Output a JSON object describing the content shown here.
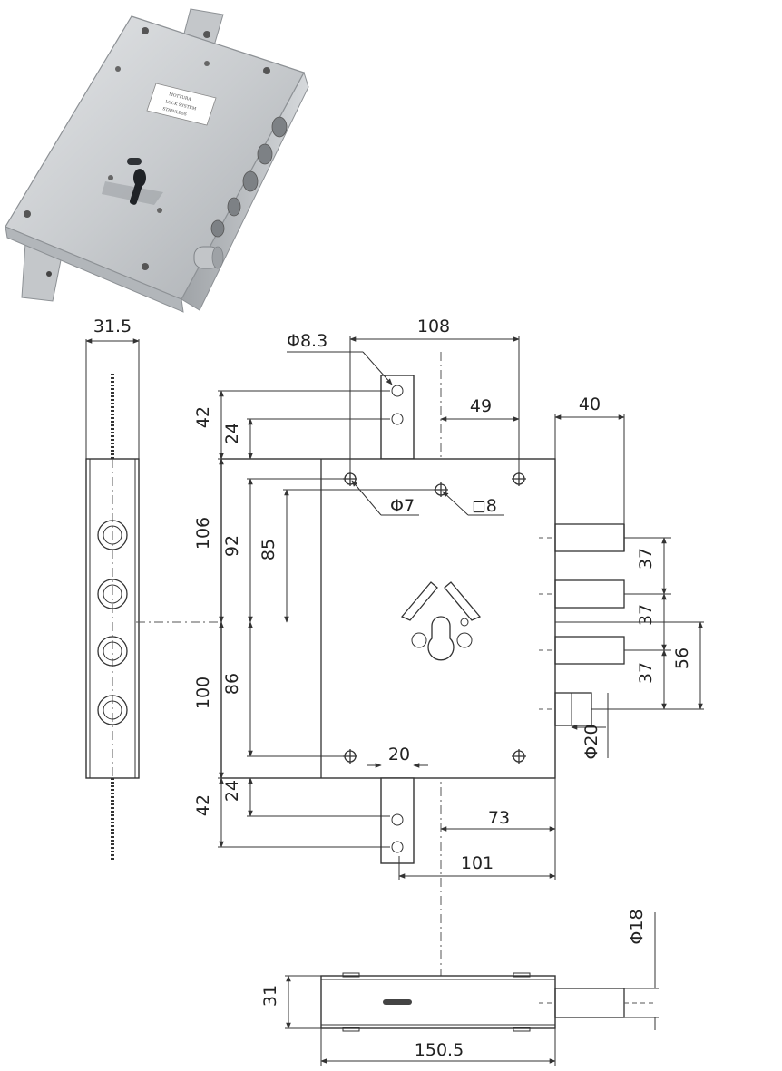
{
  "photo": {
    "label_lines": [
      "MOTTURA",
      "LOCK SYSTEM",
      "STAINLESS"
    ]
  },
  "dimensions": {
    "side_thickness": "31.5",
    "latch_diameter": "Φ8.3",
    "width_top": "108",
    "offset_49": "49",
    "bolt_projection": "40",
    "top_42": "42",
    "top_24": "24",
    "height_106": "106",
    "height_92": "92",
    "height_85": "85",
    "hole_7": "Φ7",
    "square_8": "◻8",
    "bolt_pitch_1": "37",
    "bolt_pitch_2": "37",
    "bolt_pitch_3": "37",
    "bolt_span_56": "56",
    "height_100": "100",
    "height_86": "86",
    "bolt_diameter_20": "Φ20",
    "gap_20": "20",
    "bottom_24": "24",
    "bottom_42": "42",
    "backset_73": "73",
    "backset_101": "101",
    "dia_18": "Φ18",
    "thickness_31": "31",
    "length_150_5": "150.5"
  }
}
